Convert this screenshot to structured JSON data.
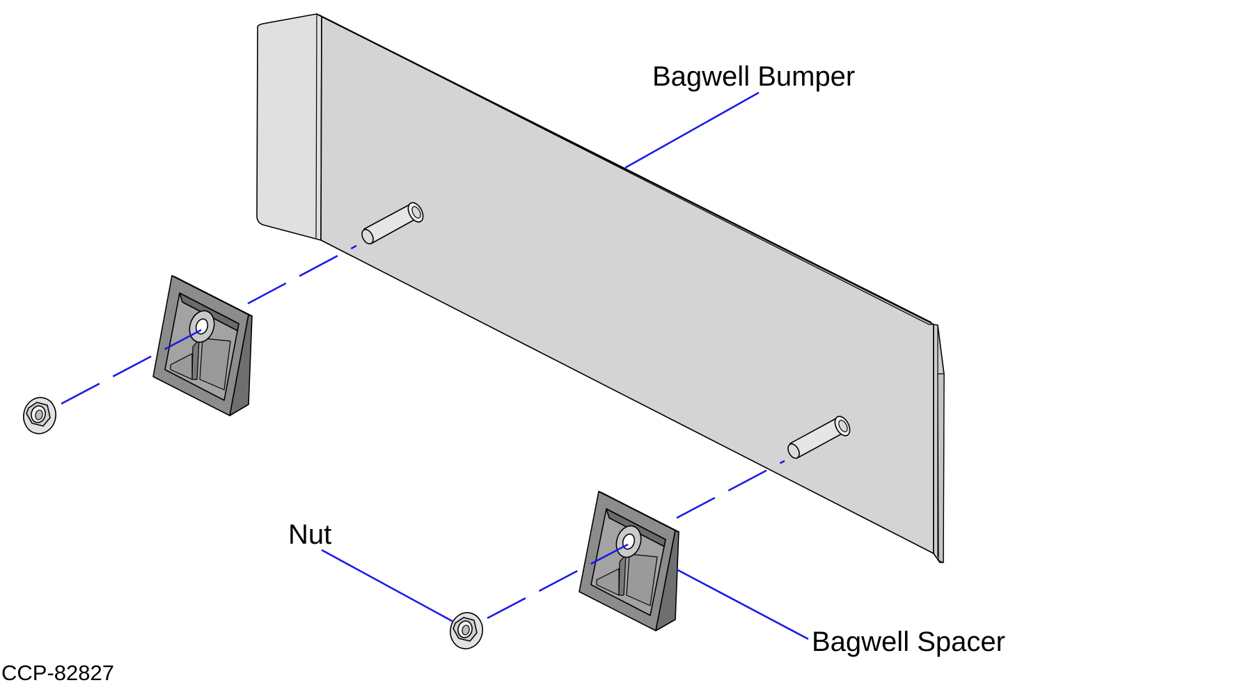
{
  "labels": {
    "bumper": "Bagwell Bumper",
    "nut": "Nut",
    "spacer": "Bagwell Spacer"
  },
  "figure_id": "CCP-82827",
  "colors": {
    "leader": "#1a1ae6",
    "bumper_face": "#d4d4d4",
    "spacer_face": "#8c8c8c",
    "spacer_dark": "#5e5e5e",
    "nut": "#cfcfcf"
  }
}
